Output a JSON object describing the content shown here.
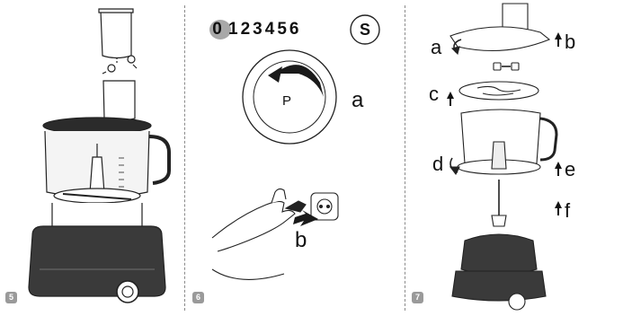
{
  "steps": [
    {
      "number": "5"
    },
    {
      "number": "6",
      "speed_selector": {
        "off": "0",
        "speeds": [
          "1",
          "2",
          "3",
          "4",
          "5",
          "6"
        ],
        "special": "S"
      },
      "dial_label": "P",
      "callouts": {
        "a": "a",
        "b": "b"
      }
    },
    {
      "number": "7",
      "callouts": {
        "a": "a",
        "b": "b",
        "c": "c",
        "d": "d",
        "e": "e",
        "f": "f"
      }
    }
  ]
}
